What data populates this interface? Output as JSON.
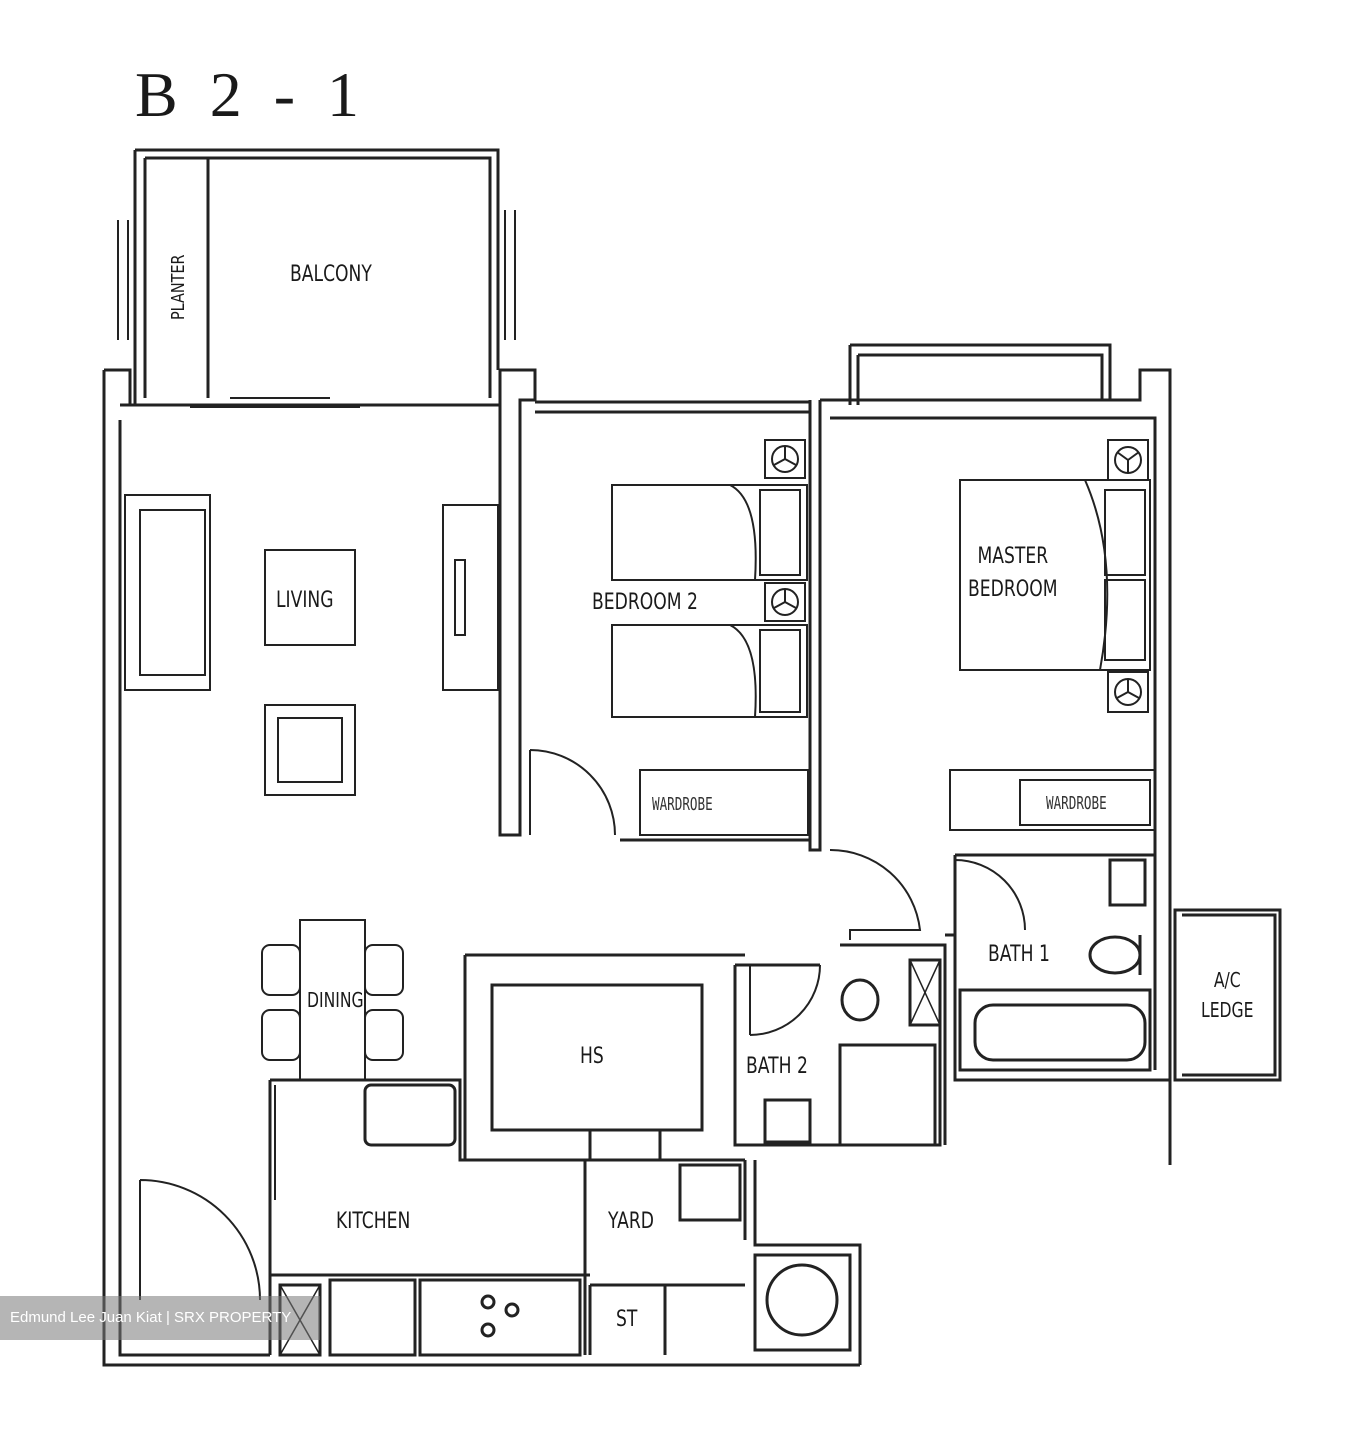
{
  "unit_type": "B 2 - 1",
  "rooms": {
    "balcony": "BALCONY",
    "planter": "PLANTER",
    "living": "LIVING",
    "bedroom2": "BEDROOM 2",
    "master_bedroom": "MASTER\nBEDROOM",
    "dining": "DINING",
    "hs": "HS",
    "bath1": "BATH 1",
    "bath2": "BATH 2",
    "ac_ledge": "A/C\nLEDGE",
    "kitchen": "KITCHEN",
    "yard": "YARD",
    "st": "ST"
  },
  "wardrobes": {
    "bedroom2": "WARDROBE",
    "master": "WARDROBE"
  },
  "watermark": "Edmund Lee Juan Kiat | SRX PROPERTY"
}
